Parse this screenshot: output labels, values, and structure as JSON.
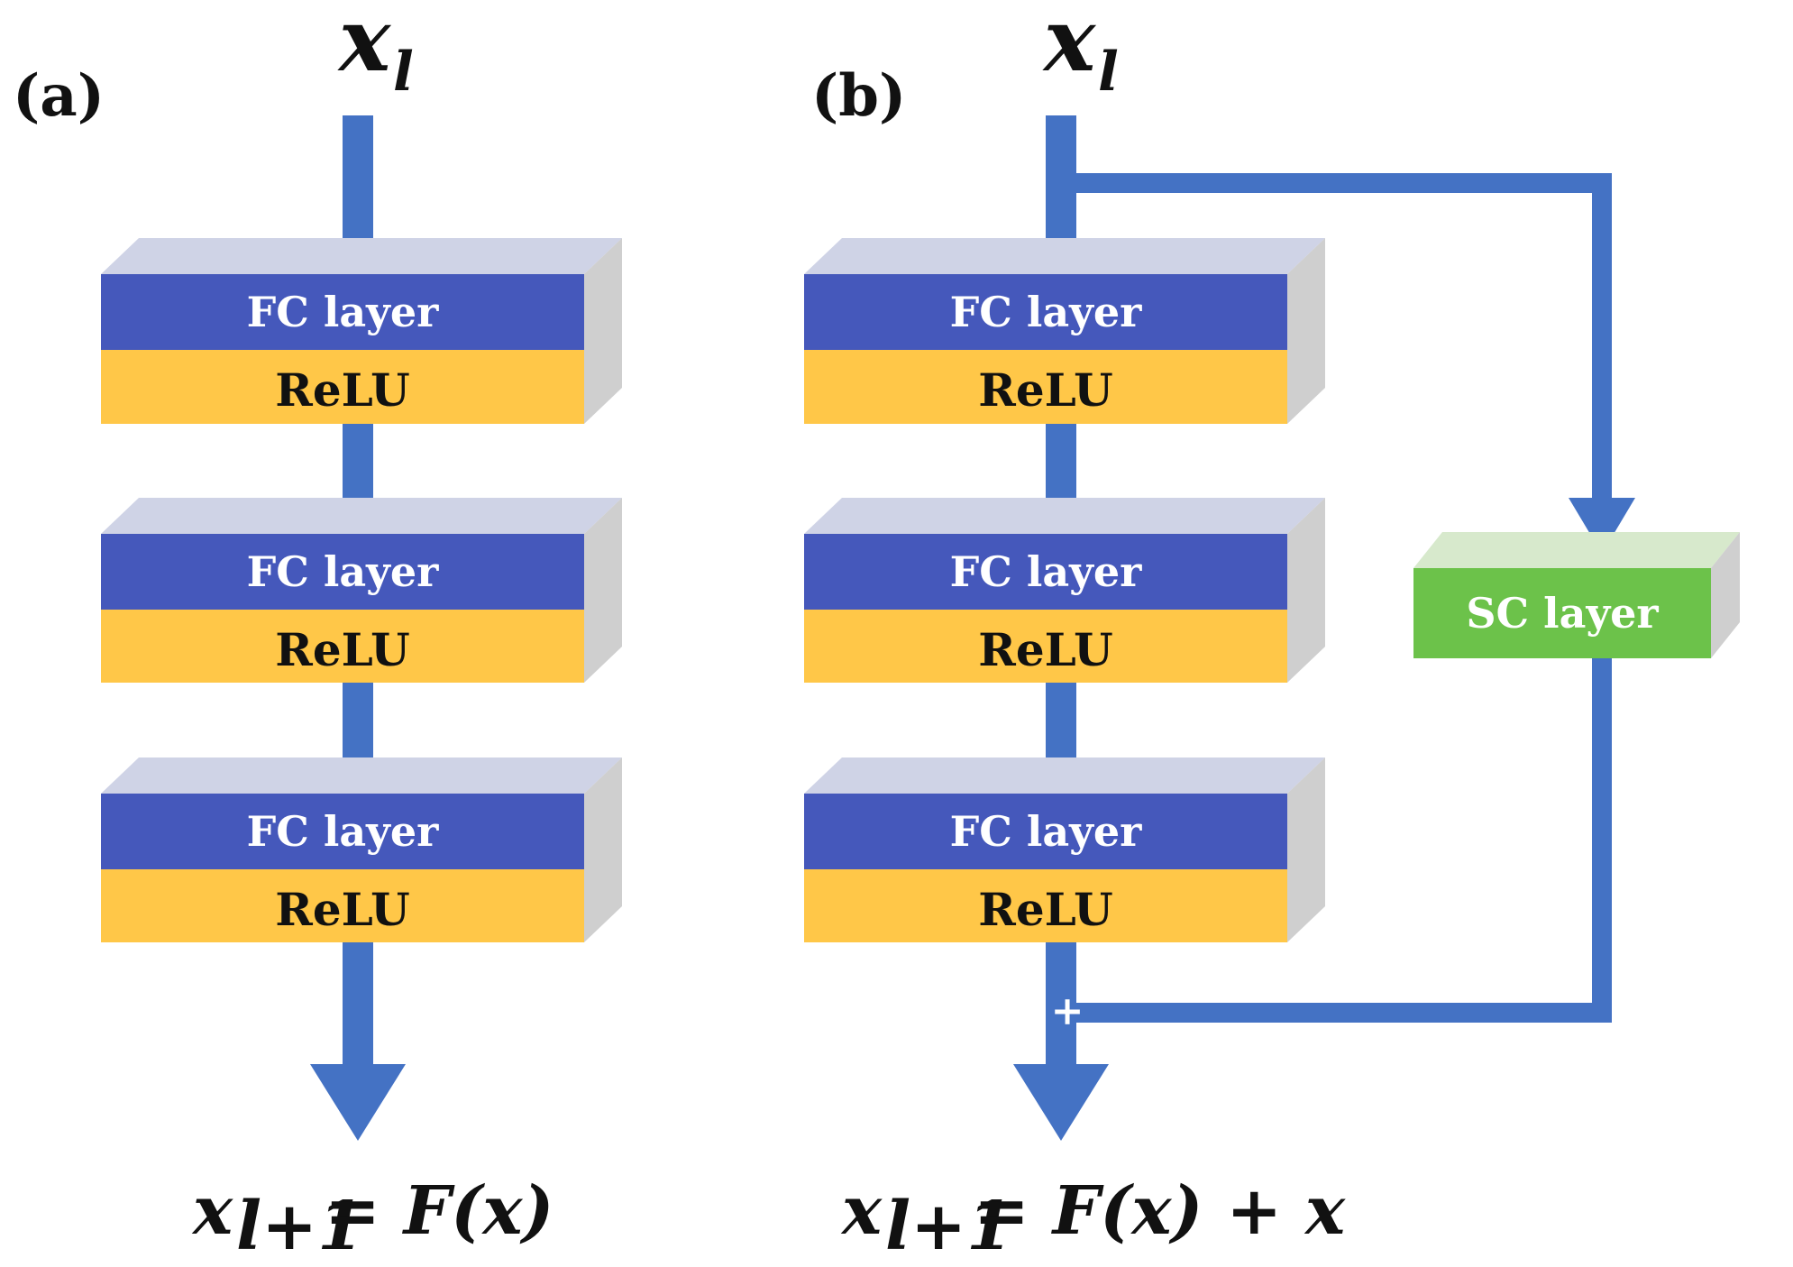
{
  "panels": [
    {
      "label": "(a)",
      "input_var": "x",
      "input_sub": "l",
      "blocks": [
        {
          "top": "FC layer",
          "bottom": "ReLU"
        },
        {
          "top": "FC layer",
          "bottom": "ReLU"
        },
        {
          "top": "FC layer",
          "bottom": "ReLU"
        }
      ],
      "equation": {
        "lhs": "x",
        "lhs_sub": "l+1",
        "rhs": "= F(x)"
      }
    },
    {
      "label": "(b)",
      "input_var": "x",
      "input_sub": "l",
      "blocks": [
        {
          "top": "FC layer",
          "bottom": "ReLU"
        },
        {
          "top": "FC layer",
          "bottom": "ReLU"
        },
        {
          "top": "FC layer",
          "bottom": "ReLU"
        }
      ],
      "shortcut_block": "SC layer",
      "sum_symbol": "+",
      "equation": {
        "lhs": "x",
        "lhs_sub": "l+1",
        "rhs": "= F(x) + x"
      }
    }
  ],
  "colors": {
    "flow": "#4472c4",
    "fc": "#4558bb",
    "relu": "#ffc748",
    "block_top": "#cfd3e6",
    "block_side": "#cfcfcf",
    "sc": "#6cc24a",
    "sc_top": "#d7e9cc",
    "text_dark": "#111111"
  }
}
